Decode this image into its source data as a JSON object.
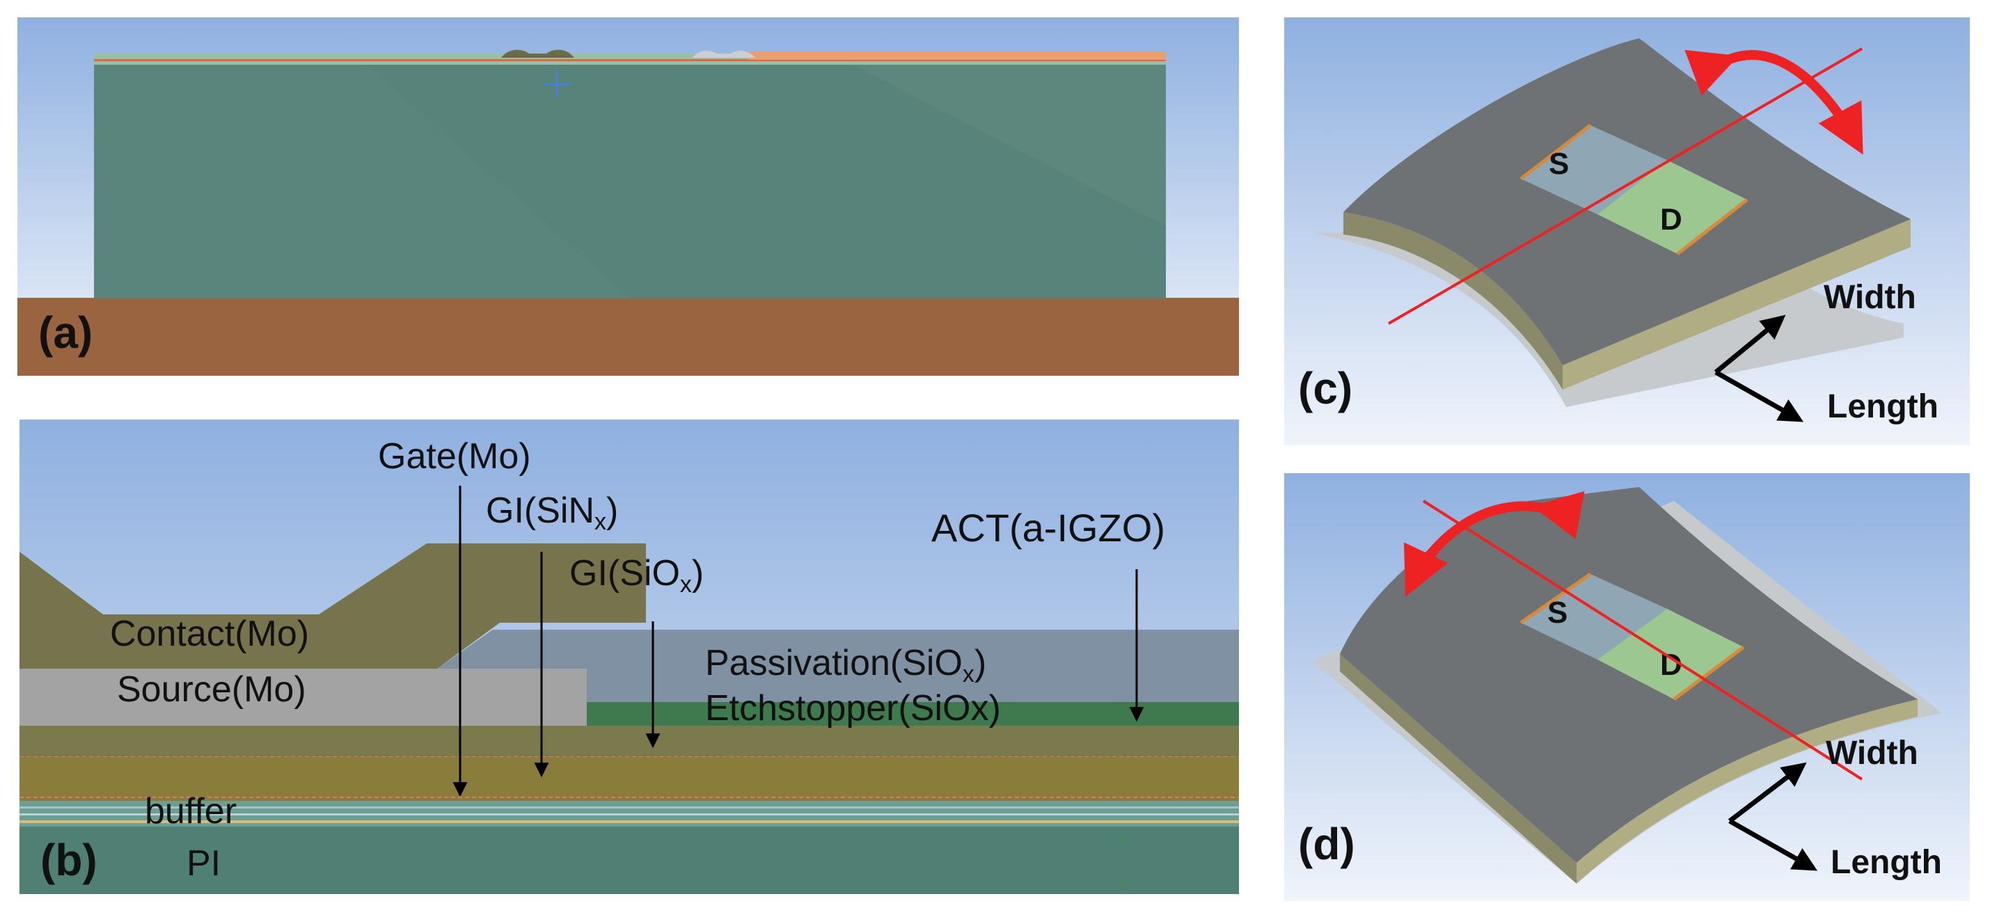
{
  "panels": {
    "a": {
      "label": "(a)"
    },
    "b": {
      "label": "(b)",
      "layers": {
        "gate": "Gate(Mo)",
        "gi_sin_base": "GI(SiN",
        "gi_sin_sub": "x",
        "gi_sin_close": ")",
        "gi_sio_base": "GI(SiO",
        "gi_sio_sub": "x",
        "gi_sio_close": ")",
        "act": "ACT(a-IGZO)",
        "contact": "Contact(Mo)",
        "passivation_base": "Passivation(SiO",
        "passivation_sub": "x",
        "passivation_close": ")",
        "source": "Source(Mo)",
        "etchstopper": "Etchstopper(SiOx)",
        "buffer": "buffer",
        "pi": "PI"
      }
    },
    "c": {
      "label": "(c)",
      "source": "S",
      "drain": "D",
      "width": "Width",
      "length": "Length"
    },
    "d": {
      "label": "(d)",
      "source": "S",
      "drain": "D",
      "width": "Width",
      "length": "Length"
    }
  },
  "colors": {
    "substrate_brown": "#9a6440",
    "pi_teal": "#4f8073",
    "layer_olive": "#7b7a4c",
    "layer_gold": "#8a7c3a",
    "source_gray": "#a3a3a3",
    "passivation_slate": "#7f91a2",
    "act_green": "#3f7a4f",
    "contact_olive": "#77744d",
    "bend_red": "#ee2222",
    "sky_top": "#8fb0e0",
    "sky_bottom": "#f0f4fb",
    "plate_gray": "#6e7275"
  }
}
